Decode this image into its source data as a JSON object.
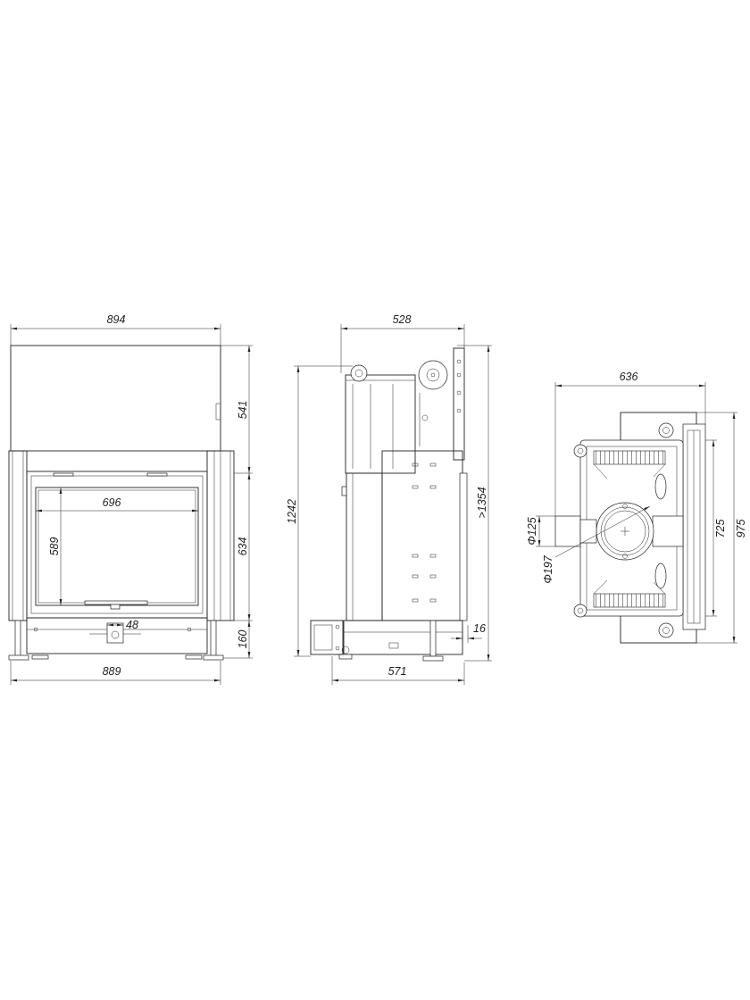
{
  "front_view": {
    "width_top": "894",
    "height_upper": "541",
    "glass_width": "696",
    "glass_height": "589",
    "height_middle": "634",
    "spigot": "48",
    "height_base": "160",
    "width_bottom": "889"
  },
  "side_view": {
    "depth_top": "528",
    "height_total": "1242",
    "height_min": ">1354",
    "offset": "16",
    "depth_bottom": "571"
  },
  "top_view": {
    "width": "636",
    "flue_small": "Φ125",
    "flue_large": "Φ197",
    "depth_inner": "725",
    "depth_outer": "975"
  }
}
